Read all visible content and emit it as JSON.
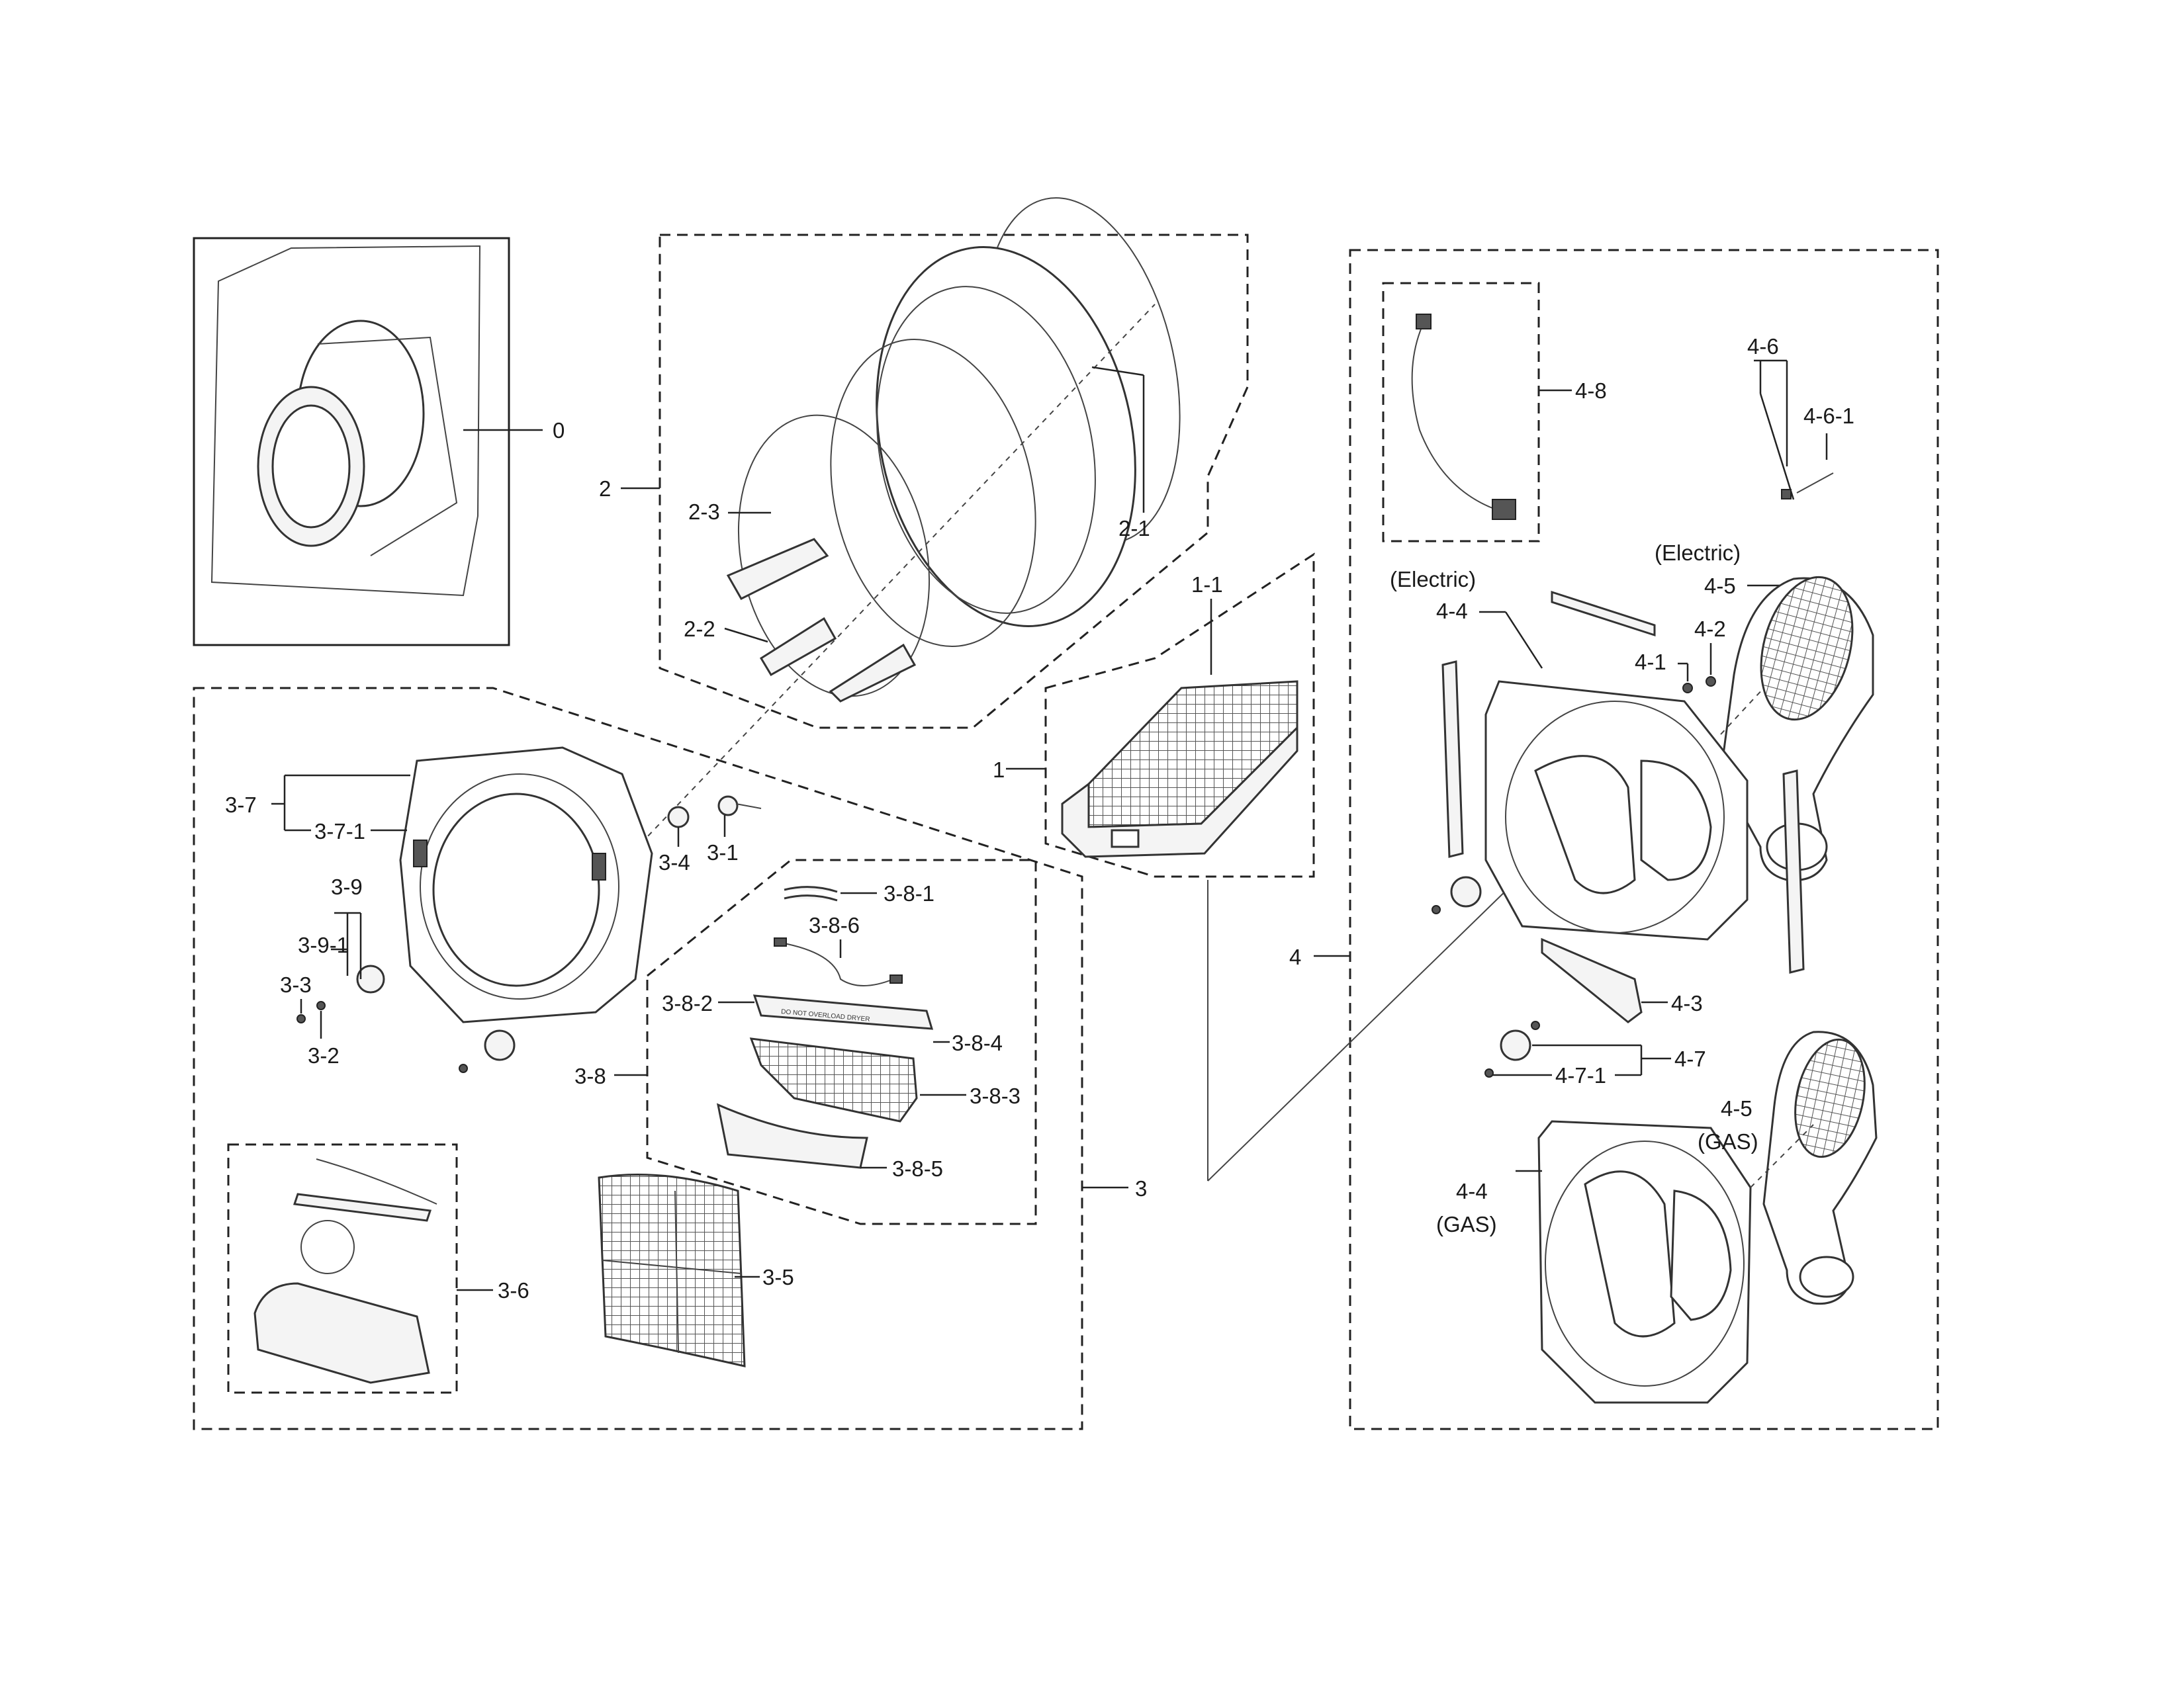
{
  "labels": {
    "l0": "0",
    "l1": "1",
    "l1_1": "1-1",
    "l2": "2",
    "l2_1": "2-1",
    "l2_2": "2-2",
    "l2_3": "2-3",
    "l3": "3",
    "l3_1": "3-1",
    "l3_2": "3-2",
    "l3_3": "3-3",
    "l3_4": "3-4",
    "l3_5": "3-5",
    "l3_6": "3-6",
    "l3_7": "3-7",
    "l3_7_1": "3-7-1",
    "l3_8": "3-8",
    "l3_8_1": "3-8-1",
    "l3_8_2": "3-8-2",
    "l3_8_3": "3-8-3",
    "l3_8_4": "3-8-4",
    "l3_8_5": "3-8-5",
    "l3_8_6": "3-8-6",
    "l3_9": "3-9",
    "l3_9_1": "3-9-1",
    "l4": "4",
    "l4_1": "4-1",
    "l4_2": "4-2",
    "l4_3": "4-3",
    "l4_4_e": "4-4",
    "l4_4_g": "4-4",
    "l4_5_e": "4-5",
    "l4_5_g": "4-5",
    "l4_6": "4-6",
    "l4_6_1": "4-6-1",
    "l4_7": "4-7",
    "l4_7_1": "4-7-1",
    "l4_8": "4-8",
    "electric_a": "(Electric)",
    "electric_b": "(Electric)",
    "gas_a": "(GAS)",
    "gas_b": "(GAS)"
  },
  "print_text": "DO NOT OVERLOAD DRYER"
}
